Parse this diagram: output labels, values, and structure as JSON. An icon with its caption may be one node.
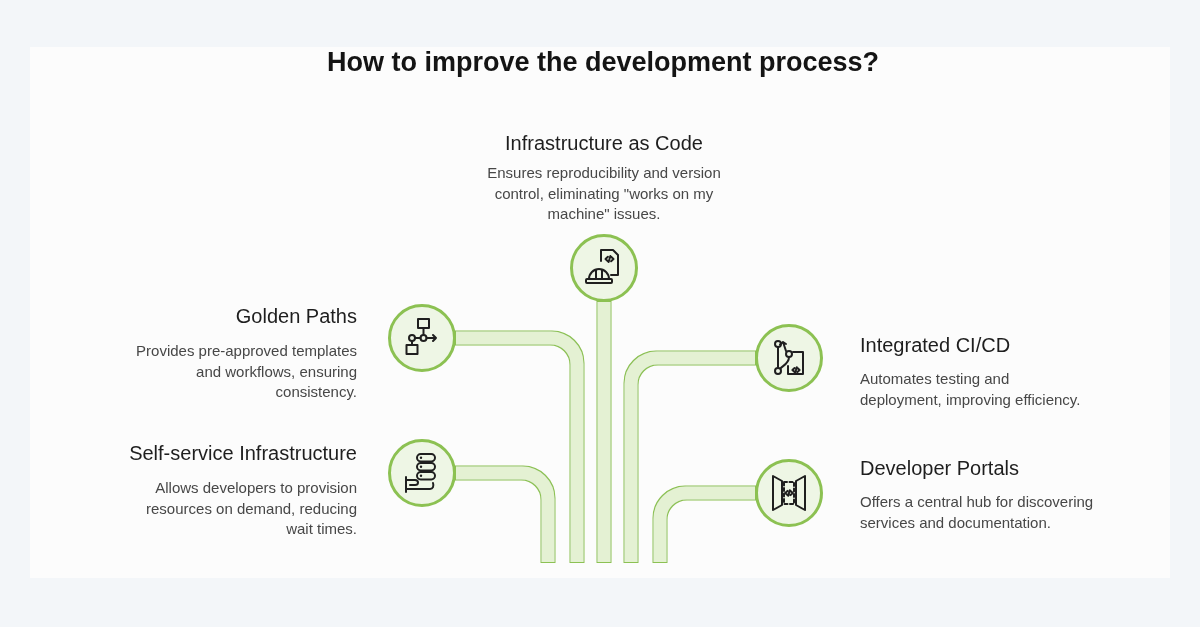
{
  "diagram": {
    "title": "How to improve the development process?",
    "nodes": [
      {
        "text": [],
        "shape": "circle",
        "beside": [
          "Infrastructure as Code",
          "Ensures reproducibility and version control, eliminating \"works on my machine\" issues."
        ]
      },
      {
        "text": [],
        "shape": "circle",
        "beside": [
          "Golden Paths",
          "Provides pre-approved templates and workflows, ensuring consistency."
        ]
      },
      {
        "text": [],
        "shape": "circle",
        "beside": [
          "Integrated CI/CD",
          "Automates testing and deployment, improving efficiency."
        ]
      },
      {
        "text": [],
        "shape": "circle",
        "beside": [
          "Self-service Infrastructure",
          "Allows developers to provision resources on demand, reducing wait times."
        ]
      },
      {
        "text": [],
        "shape": "circle",
        "beside": [
          "Developer Portals",
          "Offers a central hub for discovering services and documentation."
        ]
      }
    ],
    "edges": [
      {
        "from": 0,
        "to": null,
        "arrow": "none"
      },
      {
        "from": 1,
        "to": null,
        "arrow": "none"
      },
      {
        "from": 2,
        "to": null,
        "arrow": "none"
      },
      {
        "from": 3,
        "to": null,
        "arrow": "none"
      },
      {
        "from": 4,
        "to": null,
        "arrow": "none"
      }
    ]
  }
}
